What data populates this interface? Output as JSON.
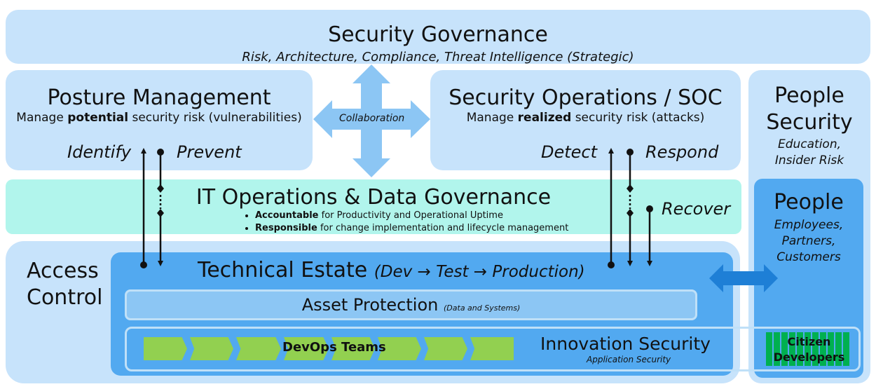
{
  "governance": {
    "title": "Security Governance",
    "subtitle": "Risk, Architecture, Compliance, Threat Intelligence (Strategic)"
  },
  "posture": {
    "title": "Posture Management",
    "sub_prefix": "Manage ",
    "sub_bold": "potential",
    "sub_suffix": " security risk (vulnerabilities)",
    "identify": "Identify",
    "prevent": "Prevent"
  },
  "collaboration": "Collaboration",
  "soc": {
    "title": "Security Operations / SOC",
    "sub_prefix": "Manage ",
    "sub_bold": "realized",
    "sub_suffix": " security risk (attacks)",
    "detect": "Detect",
    "respond": "Respond",
    "recover": "Recover"
  },
  "people_security": {
    "title_line1": "People",
    "title_line2": "Security",
    "sub_line1": "Education,",
    "sub_line2": "Insider Risk"
  },
  "it_ops": {
    "title": "IT Operations & Data Governance",
    "bullet1_bold": "Accountable",
    "bullet1_rest": " for Productivity and Operational Uptime",
    "bullet2_bold": "Responsible",
    "bullet2_rest": " for change implementation and lifecycle management"
  },
  "access_control": {
    "line1": "Access",
    "line2": "Control"
  },
  "technical_estate": {
    "title": "Technical Estate",
    "paren": "(Dev → Test → Production)"
  },
  "asset_protection": {
    "title": "Asset Protection",
    "small": "(Data and Systems)"
  },
  "innovation": {
    "title": "Innovation Security",
    "sub": "Application Security",
    "devops": "DevOps Teams",
    "citizen_line1": "Citizen",
    "citizen_line2": "Developers"
  },
  "people": {
    "title": "People",
    "line1": "Employees,",
    "line2": "Partners,",
    "line3": "Customers"
  },
  "colors": {
    "light_blue": "#c7e3fb",
    "mint": "#b1f5ec",
    "mid_blue": "#52a9f0",
    "green": "#92d050",
    "dark_green": "#00b050",
    "arrow_blue": "#8cc6f4",
    "arrow_dark": "#1e7fd6"
  }
}
